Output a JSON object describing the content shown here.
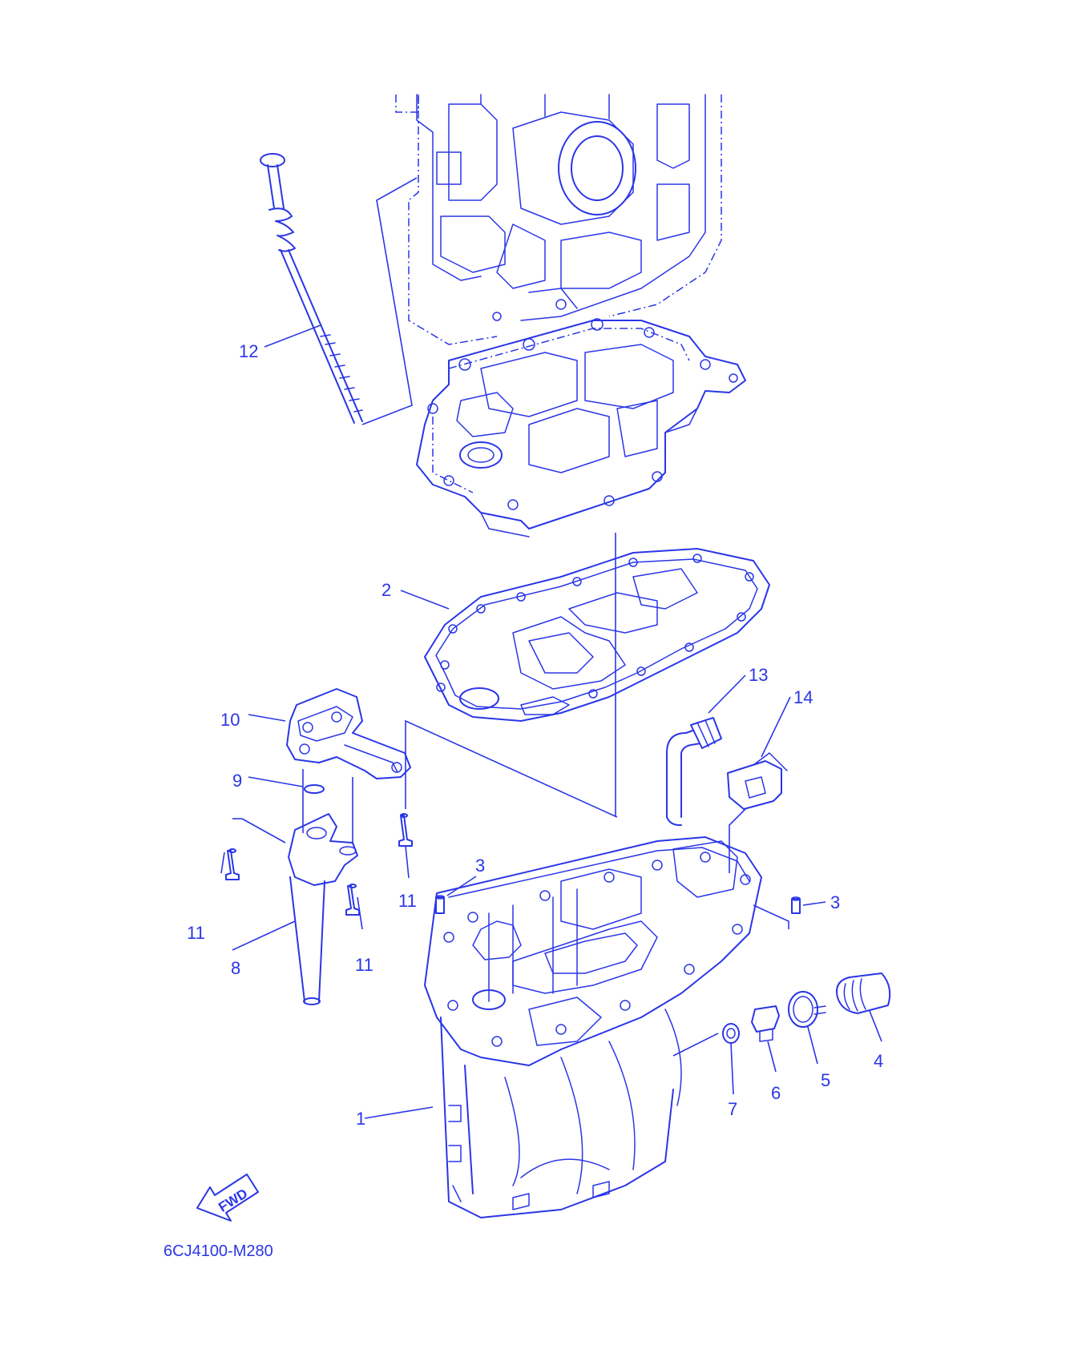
{
  "diagram_code": "6CJ4100-M280",
  "fwd_label": "FWD",
  "callouts": {
    "c1": "1",
    "c2": "2",
    "c3a": "3",
    "c3b": "3",
    "c4": "4",
    "c5": "5",
    "c6": "6",
    "c7": "7",
    "c8": "8",
    "c9": "9",
    "c10": "10",
    "c11a": "11",
    "c11b": "11",
    "c11c": "11",
    "c12": "12",
    "c13": "13",
    "c14": "14"
  },
  "colors": {
    "line": "#2a36e6",
    "background": "#ffffff"
  }
}
